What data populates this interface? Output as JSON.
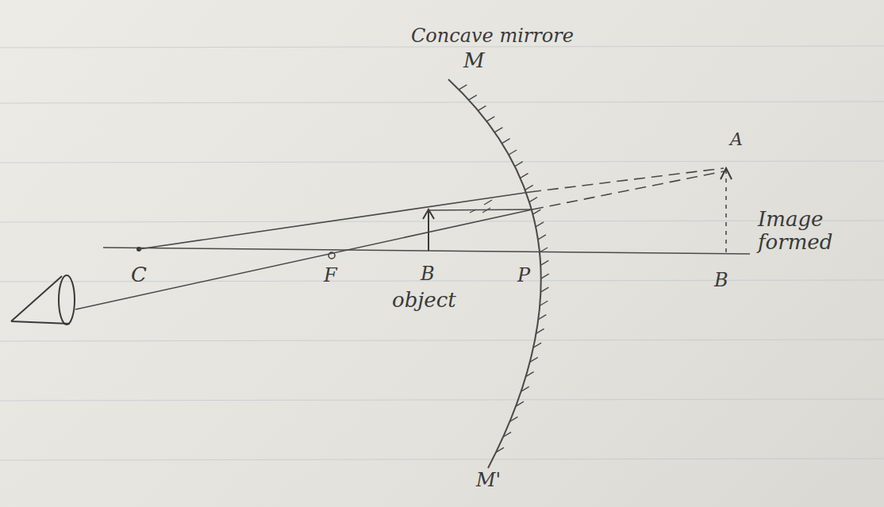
{
  "diagram": {
    "labels": [
      "Concave mirrore",
      "M",
      "M'",
      "C",
      "F",
      "B",
      "object",
      "P",
      "B",
      "Image formed",
      "A"
    ]
  }
}
